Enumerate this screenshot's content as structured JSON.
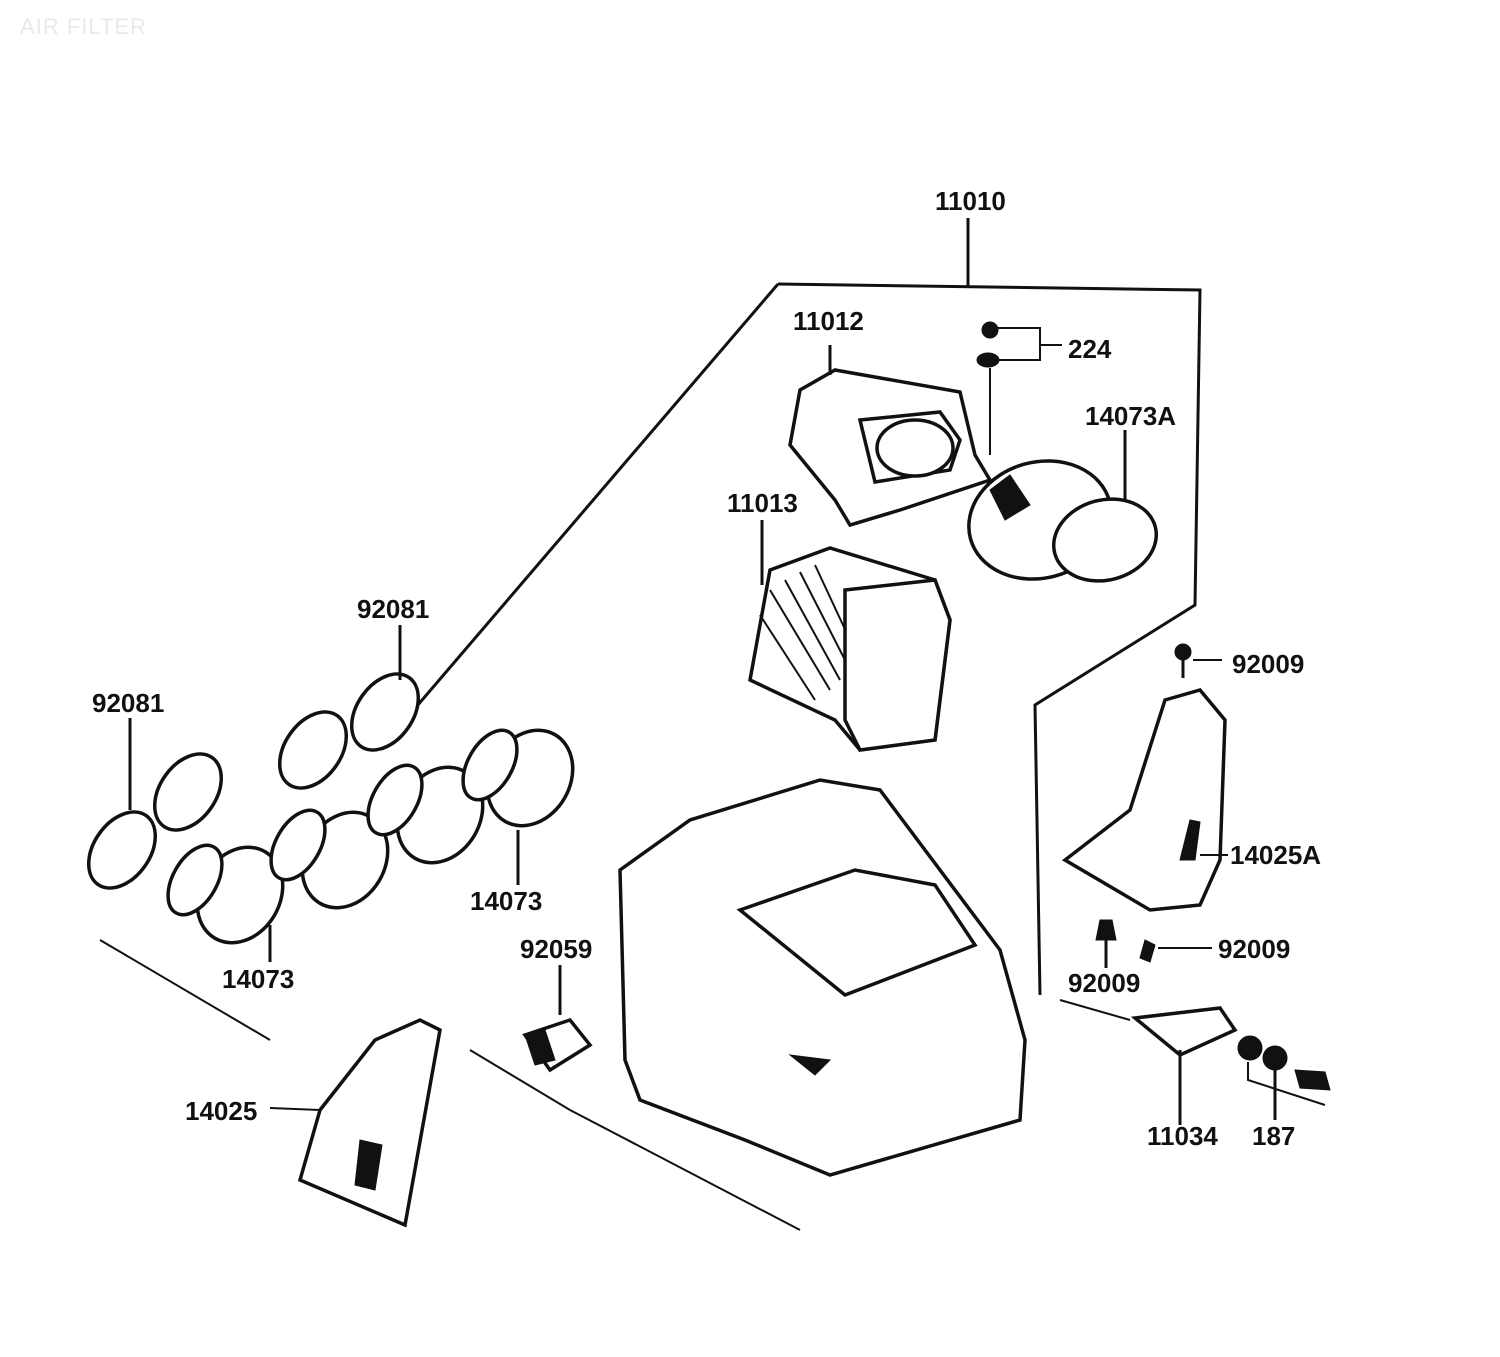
{
  "title": "AIR FILTER",
  "parts": {
    "p11010": "11010",
    "p11012": "11012",
    "p224": "224",
    "p14073A": "14073A",
    "p11013": "11013",
    "p92081_right": "92081",
    "p92081_left": "92081",
    "p14073_right": "14073",
    "p14073_left": "14073",
    "p92009_top": "92009",
    "p14025A": "14025A",
    "p92059": "92059",
    "p92009_mid_right": "92009",
    "p92009_mid_left": "92009",
    "p14025": "14025",
    "p11034": "11034",
    "p187": "187"
  }
}
